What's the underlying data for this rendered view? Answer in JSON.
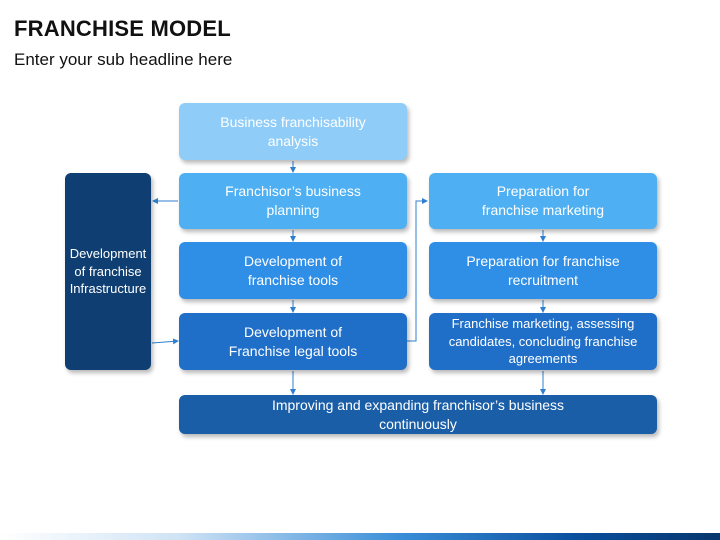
{
  "header": {
    "title": "FRANCHISE MODEL",
    "subtitle": "Enter your sub headline here"
  },
  "boxes": {
    "analysis": "Business franchisability\nanalysis",
    "planning": "Franchisor’s business\nplanning",
    "tools": "Development of\nfranchise tools",
    "legal_tools": "Development of\nFranchise legal tools",
    "marketing_prep": "Preparation for\nfranchise marketing",
    "recruitment_prep": "Preparation for franchise\nrecruitment",
    "marketing_assess": "Franchise marketing, assessing\ncandidates, concluding franchise\nagreements",
    "infrastructure": "Development\nof franchise\nInfrastructure",
    "improving": "Improving and expanding franchisor’s business\ncontinuously"
  },
  "colors": {
    "lightest": "#8fcdf8",
    "light": "#4eb0f2",
    "medium": "#2f8fe6",
    "dark": "#1f6fc9",
    "darker": "#1a5ea8",
    "darkest": "#0f3e72",
    "arrow": "#2f7fd0"
  }
}
